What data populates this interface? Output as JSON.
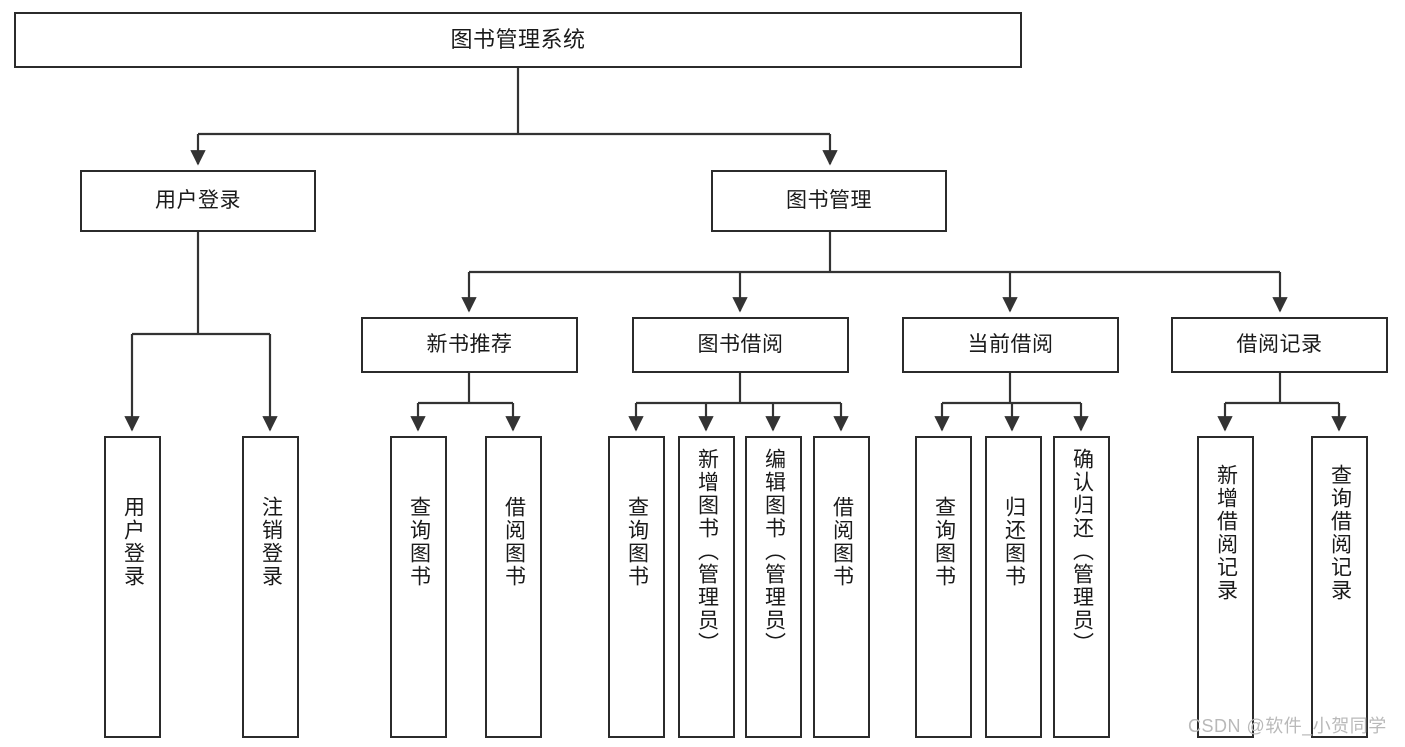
{
  "diagram": {
    "title": "图书管理系统",
    "type": "tree-hierarchy-diagram",
    "colors": {
      "box_border": "#2b2b2b",
      "box_fill": "#ffffff",
      "edge": "#333333",
      "text": "#1a1a1a",
      "watermark": "#b9b9b9",
      "background": "#ffffff"
    },
    "levels": {
      "level1": "系统根节点",
      "level2": "主模块",
      "level3": "子模块",
      "level4": "功能项"
    }
  },
  "nodes": {
    "root": {
      "label": "图书管理系统"
    },
    "level2": [
      {
        "id": "user-login",
        "label": "用户登录"
      },
      {
        "id": "book-manage",
        "label": "图书管理"
      }
    ],
    "level3": [
      {
        "id": "new-book-rec",
        "label": "新书推荐"
      },
      {
        "id": "book-borrow",
        "label": "图书借阅"
      },
      {
        "id": "current-borrow",
        "label": "当前借阅"
      },
      {
        "id": "borrow-record",
        "label": "借阅记录"
      }
    ],
    "leaves": {
      "user_login": [
        {
          "id": "leaf-user-login",
          "label": "用户登录"
        },
        {
          "id": "leaf-logout-login",
          "label": "注销登录"
        }
      ],
      "new_book_rec": [
        {
          "id": "leaf-query-book-1",
          "label": "查询图书"
        },
        {
          "id": "leaf-borrow-book-1",
          "label": "借阅图书"
        }
      ],
      "book_borrow": [
        {
          "id": "leaf-query-book-2",
          "label": "查询图书"
        },
        {
          "id": "leaf-add-book",
          "label": "新增图书（管理员）"
        },
        {
          "id": "leaf-edit-book",
          "label": "编辑图书（管理员）"
        },
        {
          "id": "leaf-borrow-book-2",
          "label": "借阅图书"
        }
      ],
      "current_borrow": [
        {
          "id": "leaf-query-book-3",
          "label": "查询图书"
        },
        {
          "id": "leaf-return-book",
          "label": "归还图书"
        },
        {
          "id": "leaf-confirm-return",
          "label": "确认归还（管理员）"
        }
      ],
      "borrow_record": [
        {
          "id": "leaf-add-record",
          "label": "新增借阅记录"
        },
        {
          "id": "leaf-query-record",
          "label": "查询借阅记录"
        }
      ]
    }
  },
  "watermark": {
    "text": "CSDN @软件_小贺同学"
  }
}
